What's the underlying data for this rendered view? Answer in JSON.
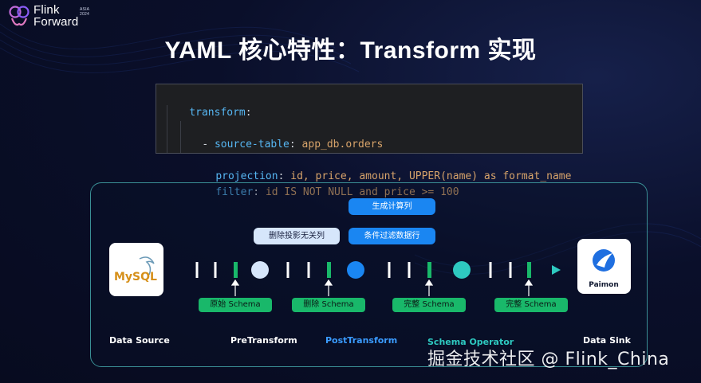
{
  "brand": {
    "name_line1": "Flink",
    "name_line2": "Forward",
    "sub_line1": "ASIA",
    "sub_line2": "2024"
  },
  "title": "YAML 核心特性：Transform 实现",
  "code": {
    "line1_key": "transform",
    "line2_dash": "- ",
    "line2_key": "source-table",
    "line2_value": "app_db.orders",
    "line3_key": "projection",
    "line3_value": "id, price, amount, UPPER(name) as format_name",
    "line4_key": "filter",
    "line4_value": "id IS NOT NULL and price >= 100"
  },
  "diagram": {
    "ops": {
      "generate_columns": "生成计算列",
      "drop_projection": "删除投影无关列",
      "filter_rows": "条件过滤数据行"
    },
    "tags": {
      "original_schema": "原始 Schema",
      "dropped_schema": "删除 Schema",
      "full_schema_1": "完整 Schema",
      "full_schema_2": "完整 Schema"
    },
    "source_logo_text": "MySQL",
    "sink_logo_text": "Paimon",
    "labels": {
      "data_source": "Data Source",
      "pre_transform": "PreTransform",
      "post_transform": "PostTransform",
      "schema_operator": "Schema Operator",
      "data_sink": "Data Sink"
    },
    "colors": {
      "pre": "#d6e6fb",
      "post": "#1a86f2",
      "operator": "#2ec9c0",
      "tag": "#19b86a"
    }
  },
  "watermark": "掘金技术社区 @ Flink_China"
}
